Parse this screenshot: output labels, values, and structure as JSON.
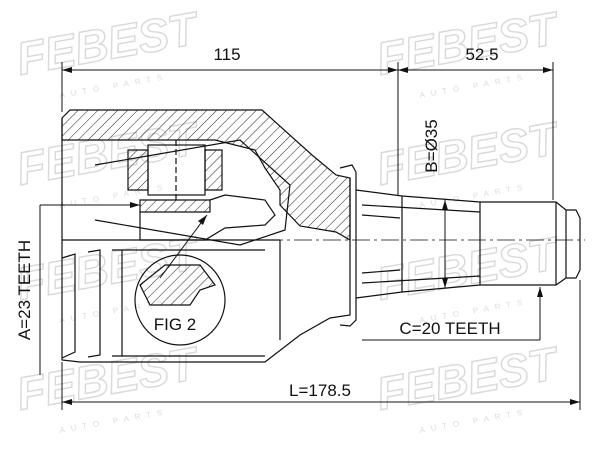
{
  "watermark": {
    "brand": "FEBEST",
    "tagline": "AUTO PARTS"
  },
  "dimensions": {
    "housing_length": "115",
    "shaft_length": "52.5",
    "total_length": "L=178.5",
    "shaft_diameter": "B=Ø35",
    "inner_teeth": "A=23 TEETH",
    "outer_teeth": "C=20 TEETH"
  },
  "callouts": {
    "fig": "FIG 2"
  },
  "colors": {
    "line": "#111111",
    "watermark": "#d9d9d9"
  }
}
